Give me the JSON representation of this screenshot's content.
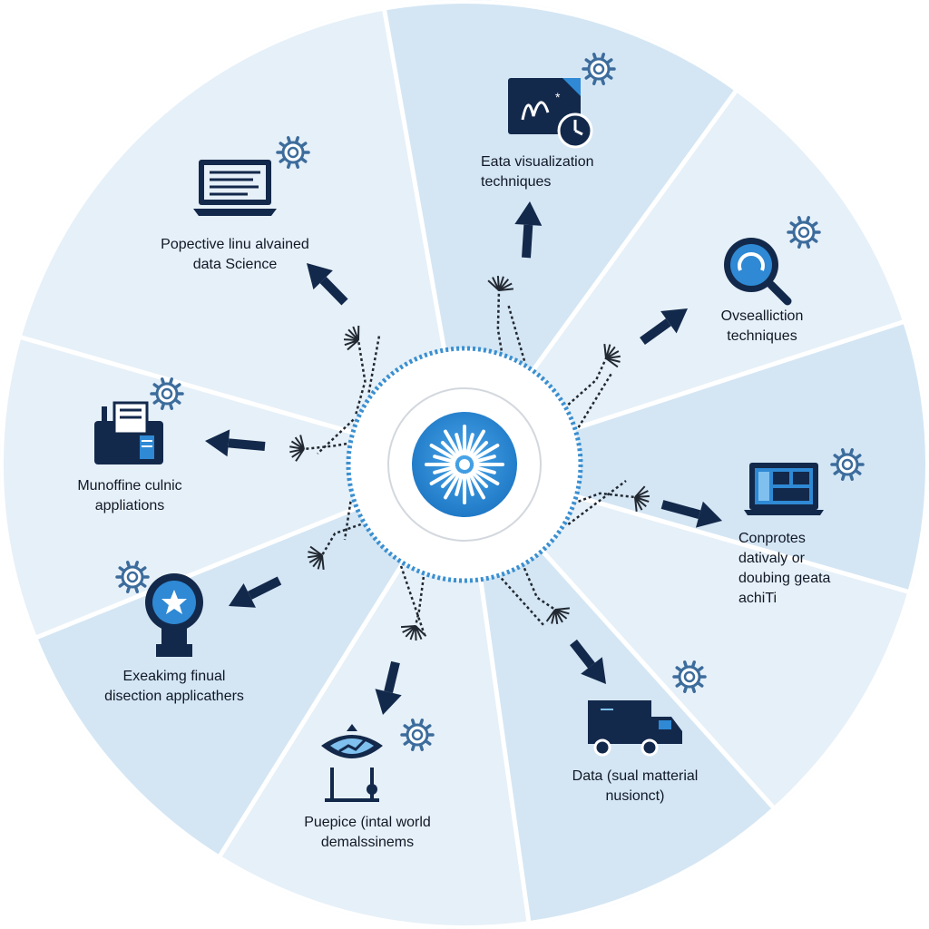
{
  "colors": {
    "wedge_light": "#e6f0f8",
    "wedge_mid": "#d4e6f4",
    "divider": "#ffffff",
    "navy": "#13294b",
    "blue": "#2f89d4",
    "blue_light": "#7fc0ee",
    "gear": "#3c6c9c"
  },
  "hub": {
    "icon": "sparkle-burst-icon"
  },
  "segments": [
    {
      "id": "predictive",
      "icon": "laptop-icon",
      "lines": [
        "Popective linu alvained",
        "data Science"
      ]
    },
    {
      "id": "visualization",
      "icon": "chart-document-icon",
      "lines": [
        "Eata visualization",
        "techniques"
      ]
    },
    {
      "id": "ovsealliction",
      "icon": "magnifier-icon",
      "lines": [
        "Ovsealliction",
        "techniques"
      ]
    },
    {
      "id": "conprotes",
      "icon": "monitor-dashboard-icon",
      "lines": [
        "Conprotes",
        "dativaly or",
        "doubing geata",
        "achiTi"
      ]
    },
    {
      "id": "material",
      "icon": "delivery-truck-icon",
      "lines": [
        "Data (sual matterial",
        "nusionct)"
      ]
    },
    {
      "id": "world",
      "icon": "satellite-dish-icon",
      "lines": [
        "Puepice (intal world",
        "demalssinems"
      ]
    },
    {
      "id": "finual",
      "icon": "lightbulb-star-icon",
      "lines": [
        "Exeakimg finual",
        "disection applicathers"
      ]
    },
    {
      "id": "clinic",
      "icon": "document-stack-icon",
      "lines": [
        "Munoffine culnic",
        "appliations"
      ]
    }
  ]
}
